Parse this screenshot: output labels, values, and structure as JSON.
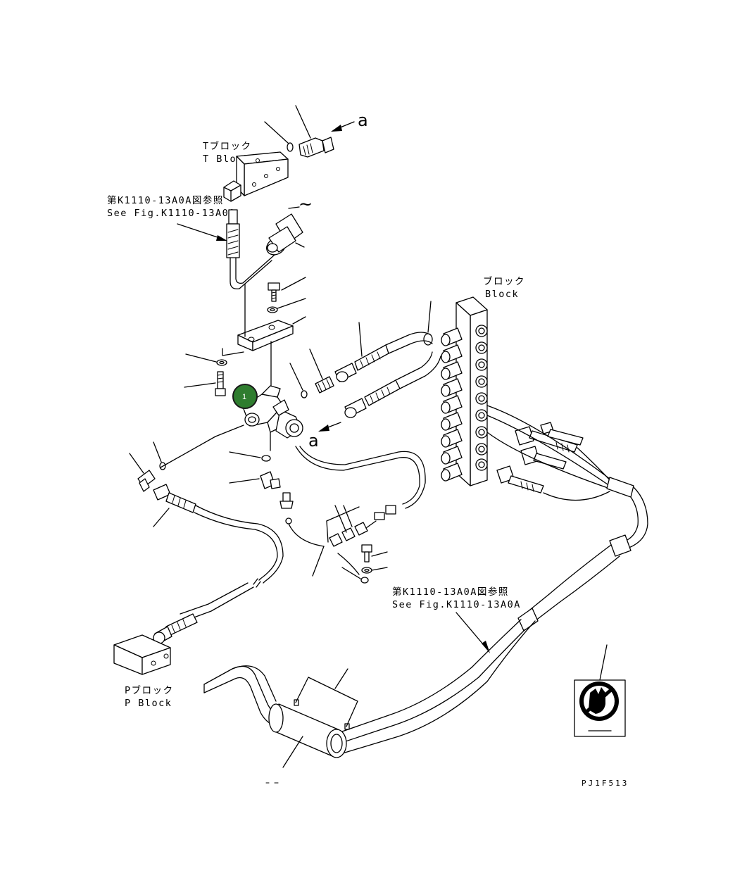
{
  "labels": {
    "t_block_jp": "Tブロック",
    "t_block_en": "T Block",
    "ref_top_jp": "第K1110-13A0A図参照",
    "ref_top_en": "See Fig.K1110-13A0A",
    "block_jp": "ブロック",
    "block_en": "Block",
    "ref_bottom_jp": "第K1110-13A0A図参照",
    "ref_bottom_en": "See Fig.K1110-13A0A",
    "p_block_jp": "Pブロック",
    "p_block_en": "P Block",
    "arrow_a_top": "a",
    "arrow_a_mid": "a",
    "tilde": "~",
    "drawing_code": "PJ1F513"
  },
  "callout": {
    "number": "1",
    "color": "#2f7d2f"
  }
}
